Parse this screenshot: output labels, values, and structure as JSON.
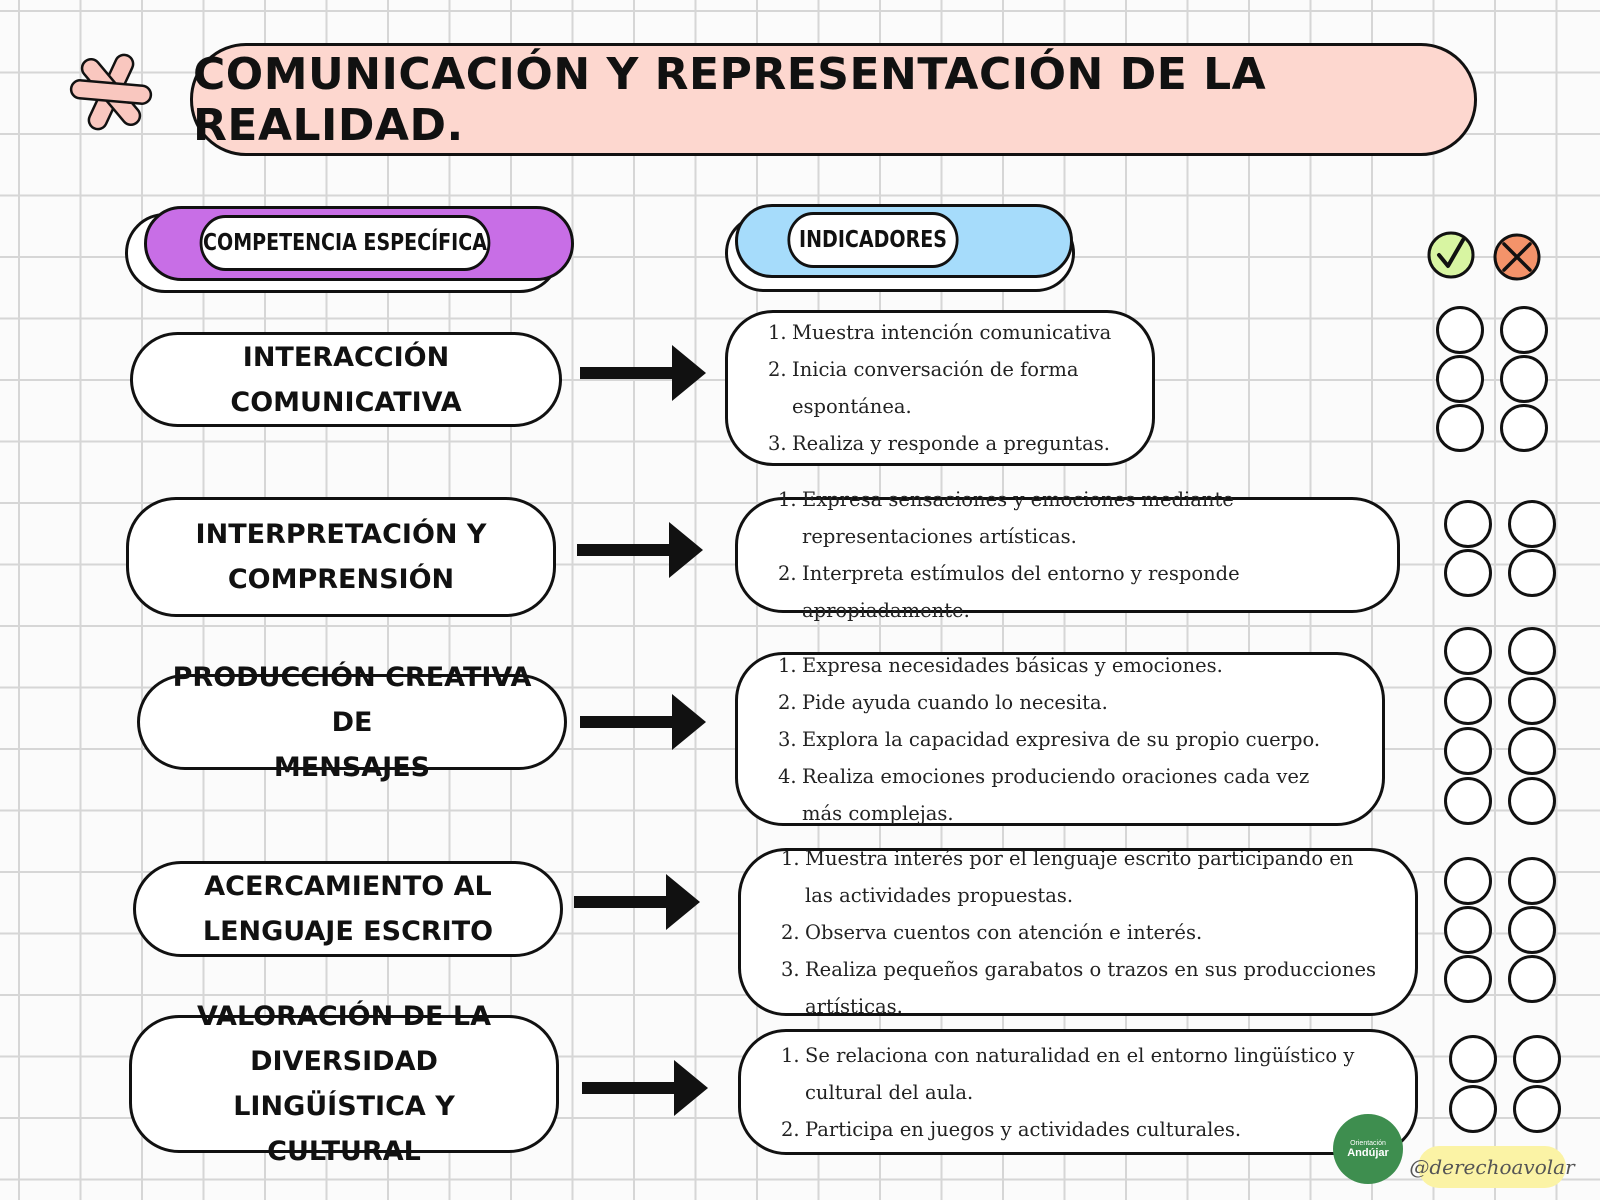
{
  "title": "COMUNICACIÓN Y REPRESENTACIÓN DE LA REALIDAD.",
  "headers": {
    "competencia": "COMPETENCIA ESPECÍFICA",
    "indicadores": "INDICADORES"
  },
  "colors": {
    "title_bg": "#fdd7cf",
    "competencia_header": "#c86ee6",
    "indicadores_header": "#a6dcfb",
    "check": "#d8f5a2",
    "cross": "#f4936a",
    "logo": "#3e8e4f",
    "handle_bg": "#fbf3a5"
  },
  "icons": {
    "decoration": "asterisk-doodle-icon",
    "achieved": "check-icon",
    "not_achieved": "cross-icon",
    "arrow": "right-arrow-icon"
  },
  "rows": [
    {
      "competencia_lines": [
        "INTERACCIÓN",
        "COMUNICATIVA"
      ],
      "indicadores": [
        {
          "num": "1.",
          "text": "Muestra intención comunicativa"
        },
        {
          "num": "2.",
          "text": "Inicia conversación de forma espontánea."
        },
        {
          "num": "3.",
          "text": "Realiza y responde a preguntas."
        }
      ]
    },
    {
      "competencia_lines": [
        "INTERPRETACIÓN Y",
        "COMPRENSIÓN"
      ],
      "indicadores": [
        {
          "num": "1.",
          "text": "Expresa sensaciones y emociones mediante representaciones artísticas."
        },
        {
          "num": "2.",
          "text": "Interpreta estímulos del entorno y responde apropiadamente."
        }
      ]
    },
    {
      "competencia_lines": [
        "PRODUCCIÓN CREATIVA DE",
        "MENSAJES"
      ],
      "indicadores": [
        {
          "num": "1.",
          "text": "Expresa necesidades básicas y emociones."
        },
        {
          "num": "2.",
          "text": "Pide ayuda cuando lo necesita."
        },
        {
          "num": "3.",
          "text": "Explora la capacidad expresiva de su propio cuerpo."
        },
        {
          "num": "4.",
          "text": "Realiza emociones produciendo oraciones cada vez más complejas."
        }
      ]
    },
    {
      "competencia_lines": [
        "ACERCAMIENTO AL",
        "LENGUAJE ESCRITO"
      ],
      "indicadores": [
        {
          "num": "1.",
          "text": "Muestra interés por el lenguaje escrito participando en las actividades propuestas."
        },
        {
          "num": "2.",
          "text": "Observa cuentos con atención e interés."
        },
        {
          "num": "3.",
          "text": "Realiza pequeños garabatos o trazos en sus producciones artísticas."
        }
      ]
    },
    {
      "competencia_lines": [
        "VALORACIÓN DE LA",
        "DIVERSIDAD LINGÜÍSTICA Y",
        "CULTURAL"
      ],
      "indicadores": [
        {
          "num": "1.",
          "text": "Se relaciona con naturalidad en el entorno lingüístico y cultural del aula."
        },
        {
          "num": "2.",
          "text": "Participa en juegos y actividades culturales."
        }
      ]
    }
  ],
  "logo": {
    "line1": "Orientación",
    "line2": "Andújar"
  },
  "handle": "@derechoavolar"
}
